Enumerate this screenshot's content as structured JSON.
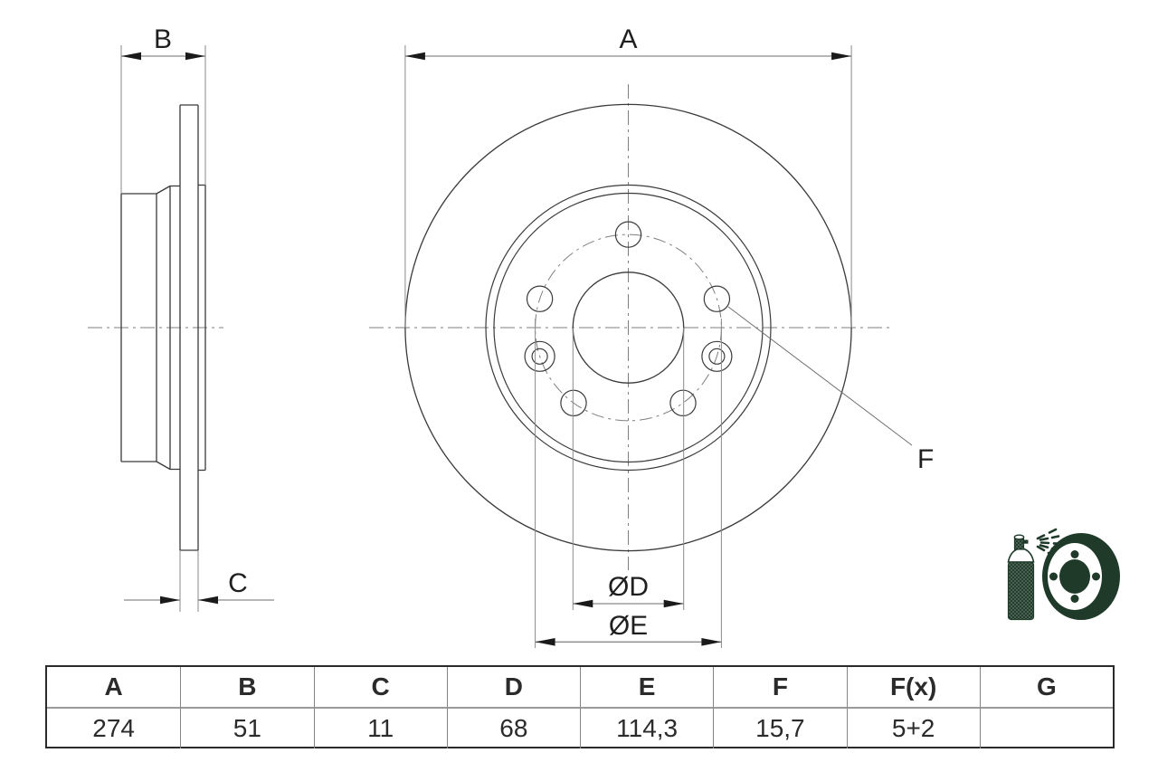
{
  "drawing": {
    "labels": {
      "a": "A",
      "b": "B",
      "c": "C",
      "d": "ØD",
      "e": "ØE",
      "f": "F"
    },
    "line_color": "#3a3a3a",
    "aux_color": "#8a8a8a",
    "arrow_color": "#1a1a1a"
  },
  "logo": {
    "icon": "spray-coated-brake-disc",
    "color": "#1f3a29"
  },
  "table": {
    "headers": [
      "A",
      "B",
      "C",
      "D",
      "E",
      "F",
      "F(x)",
      "G"
    ],
    "values": [
      "274",
      "51",
      "11",
      "68",
      "114,3",
      "15,7",
      "5+2",
      ""
    ]
  }
}
